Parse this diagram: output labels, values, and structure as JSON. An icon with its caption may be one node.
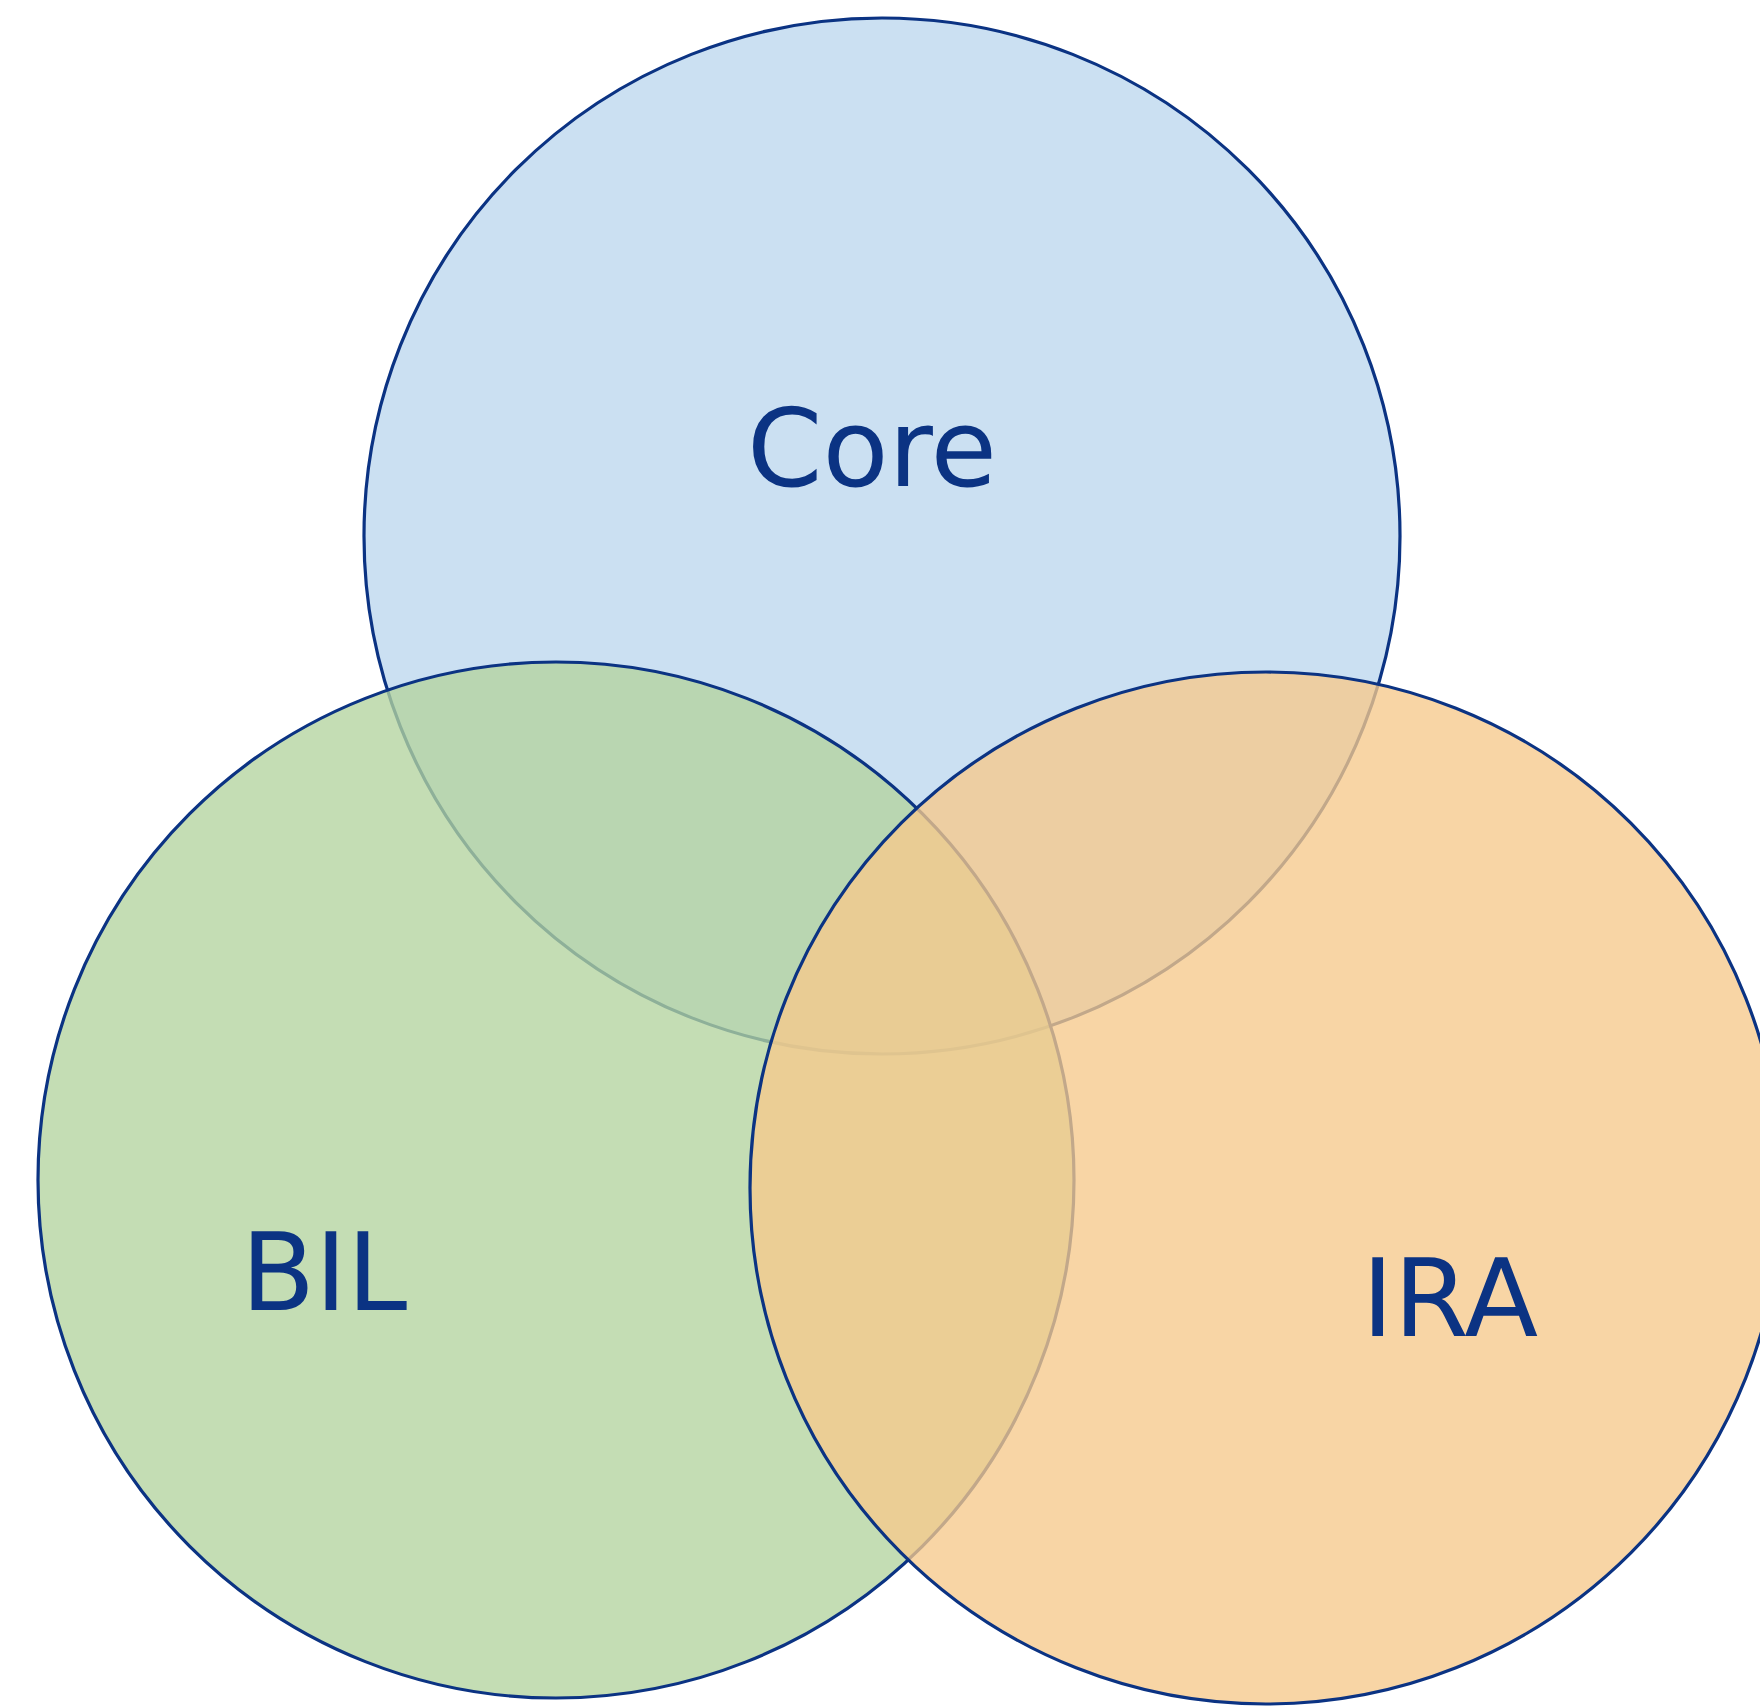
{
  "diagram": {
    "nodes": [
      {
        "text": [
          "Core"
        ]
      },
      {
        "text": [
          "BIL"
        ]
      },
      {
        "text": [
          "IRA"
        ]
      }
    ],
    "edges": []
  }
}
